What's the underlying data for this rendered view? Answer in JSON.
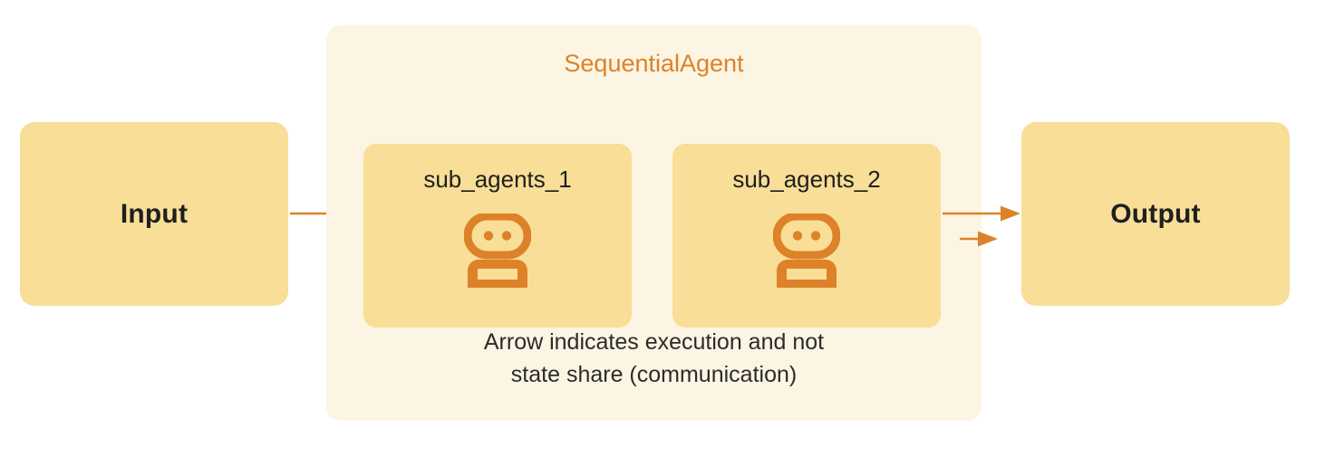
{
  "diagram": {
    "title": "SequentialAgent",
    "colors": {
      "page_background": "#ffffff",
      "panel_background": "#fdf5e3",
      "card_background": "#f8de96",
      "accent_orange": "#dd8229",
      "arrow_orange": "#dd8229",
      "text_dark": "#1f1f1f"
    },
    "input": {
      "label": "Input"
    },
    "output": {
      "label": "Output"
    },
    "panel": {
      "title": "SequentialAgent",
      "caption_line_1": "Arrow indicates execution and not",
      "caption_line_2": "state share (communication)",
      "sub_agents": [
        {
          "label": "sub_agents_1",
          "icon": "robot-icon"
        },
        {
          "label": "sub_agents_2",
          "icon": "robot-icon"
        }
      ]
    },
    "arrows": [
      {
        "name": "input-to-sub-agents-1",
        "icon": "arrow-right-icon"
      },
      {
        "name": "sub-agents-1-to-sub-agents-2",
        "icon": "arrow-right-icon"
      },
      {
        "name": "sub-agents-2-to-output",
        "icon": "arrow-right-icon"
      }
    ]
  }
}
